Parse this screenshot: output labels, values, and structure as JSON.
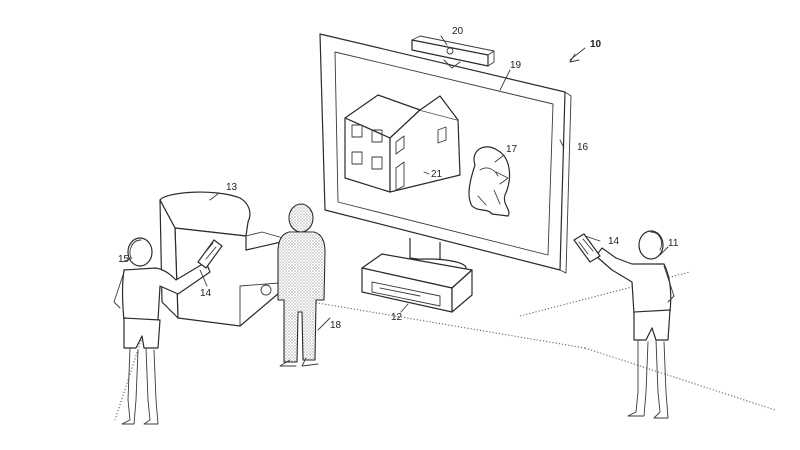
{
  "figure": {
    "system_label": "10",
    "labels": {
      "player_right": "11",
      "console": "12",
      "couch": "13",
      "controller": "14",
      "player_left": "15",
      "display": "16",
      "character": "17",
      "person": "18",
      "screen": "19",
      "camera": "20",
      "house": "21"
    }
  },
  "colors": {
    "line": "#2b2b2b",
    "background": "#ffffff"
  }
}
